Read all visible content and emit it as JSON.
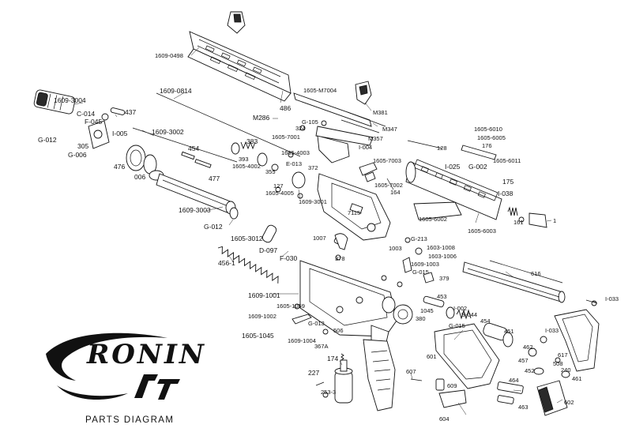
{
  "brand": {
    "logo_text": "RONIN",
    "logo_sub": "AT"
  },
  "title": "PARTS DIAGRAM",
  "colors": {
    "ink": "#111111",
    "background": "#ffffff"
  },
  "labels": [
    {
      "id": "p1609-0498",
      "text": "1609-0498"
    },
    {
      "id": "p1609-3004",
      "text": "1609-3004"
    },
    {
      "id": "p1609-0814",
      "text": "1609-0814"
    },
    {
      "id": "p437",
      "text": "437"
    },
    {
      "id": "pC-014",
      "text": "C-014"
    },
    {
      "id": "pF-045",
      "text": "F-045"
    },
    {
      "id": "pI-005",
      "text": "I-005"
    },
    {
      "id": "pG-012a",
      "text": "G-012"
    },
    {
      "id": "p305",
      "text": "305"
    },
    {
      "id": "pG-006",
      "text": "G-006"
    },
    {
      "id": "p1609-3002",
      "text": "1609-3002"
    },
    {
      "id": "p476",
      "text": "476"
    },
    {
      "id": "p454a",
      "text": "454"
    },
    {
      "id": "p006",
      "text": "006"
    },
    {
      "id": "p477",
      "text": "477"
    },
    {
      "id": "p383",
      "text": "383"
    },
    {
      "id": "p393",
      "text": "393"
    },
    {
      "id": "p1605-4002",
      "text": "1605-4002"
    },
    {
      "id": "p1609-3003",
      "text": "1609-3003"
    },
    {
      "id": "pG-012b",
      "text": "G-012"
    },
    {
      "id": "p1605-3012",
      "text": "1605-3012"
    },
    {
      "id": "p456-1",
      "text": "456-1"
    },
    {
      "id": "p486",
      "text": "486"
    },
    {
      "id": "pM286",
      "text": "M286"
    },
    {
      "id": "p1605-M7004",
      "text": "1605-M7004"
    },
    {
      "id": "pM381",
      "text": "M381"
    },
    {
      "id": "pM347",
      "text": "M347"
    },
    {
      "id": "pG-105",
      "text": "G-105"
    },
    {
      "id": "p324",
      "text": "324"
    },
    {
      "id": "p1605-7001",
      "text": "1605-7001"
    },
    {
      "id": "pM357",
      "text": "M357"
    },
    {
      "id": "pI-004",
      "text": "I-004"
    },
    {
      "id": "p1605-4003",
      "text": "1605-4003"
    },
    {
      "id": "pE-013",
      "text": "E-013"
    },
    {
      "id": "p372",
      "text": "372"
    },
    {
      "id": "p355",
      "text": "355"
    },
    {
      "id": "p127",
      "text": "127"
    },
    {
      "id": "p1605-4005",
      "text": "1605-4005"
    },
    {
      "id": "p1609-3001",
      "text": "1609-3001"
    },
    {
      "id": "p1605-7003",
      "text": "1605-7003"
    },
    {
      "id": "p1605-7002",
      "text": "1605-7002"
    },
    {
      "id": "p164",
      "text": "164"
    },
    {
      "id": "p7115",
      "text": "7115"
    },
    {
      "id": "p1007",
      "text": "1007"
    },
    {
      "id": "pD-097",
      "text": "D-097"
    },
    {
      "id": "pF-030",
      "text": "F-030"
    },
    {
      "id": "p378",
      "text": "378"
    },
    {
      "id": "p1609-1001",
      "text": "1609-1001"
    },
    {
      "id": "p1605-6010",
      "text": "1605-6010"
    },
    {
      "id": "p1605-6005",
      "text": "1605-6005"
    },
    {
      "id": "p176",
      "text": "176"
    },
    {
      "id": "p128",
      "text": "128"
    },
    {
      "id": "p1605-6011",
      "text": "1605-6011"
    },
    {
      "id": "pI-025",
      "text": "I-025"
    },
    {
      "id": "pG-002",
      "text": "G-002"
    },
    {
      "id": "p175",
      "text": "175"
    },
    {
      "id": "pI-038",
      "text": "I-038"
    },
    {
      "id": "p1605-6002",
      "text": "1605-6002"
    },
    {
      "id": "p1605-6003",
      "text": "1605-6003"
    },
    {
      "id": "p161",
      "text": "161"
    },
    {
      "id": "p1",
      "text": "1"
    },
    {
      "id": "pG-213",
      "text": "G-213"
    },
    {
      "id": "p1003",
      "text": "1003"
    },
    {
      "id": "p1603-1008",
      "text": "1603-1008"
    },
    {
      "id": "p1603-1006",
      "text": "1603-1006"
    },
    {
      "id": "p1609-1003",
      "text": "1609-1003"
    },
    {
      "id": "pG-015a",
      "text": "G-015"
    },
    {
      "id": "p379",
      "text": "379"
    },
    {
      "id": "p616",
      "text": "616"
    },
    {
      "id": "pI-033a",
      "text": "I-033"
    },
    {
      "id": "p453",
      "text": "453"
    },
    {
      "id": "pI-002",
      "text": "I-002"
    },
    {
      "id": "pB-044",
      "text": "B-044"
    },
    {
      "id": "p1045a",
      "text": "1045"
    },
    {
      "id": "p454b",
      "text": "454"
    },
    {
      "id": "p451",
      "text": "451"
    },
    {
      "id": "pG-015b",
      "text": "G-015"
    },
    {
      "id": "pI-033b",
      "text": "I-033"
    },
    {
      "id": "p1609-1002",
      "text": "1609-1002"
    },
    {
      "id": "p1605-1059",
      "text": "1605-1059"
    },
    {
      "id": "p1605-1045",
      "text": "1605-1045"
    },
    {
      "id": "p1609-1004",
      "text": "1609-1004"
    },
    {
      "id": "pG-013",
      "text": "G-013"
    },
    {
      "id": "p506",
      "text": "506"
    },
    {
      "id": "p367A",
      "text": "367A"
    },
    {
      "id": "p380",
      "text": "380"
    },
    {
      "id": "p601",
      "text": "601"
    },
    {
      "id": "p462",
      "text": "462"
    },
    {
      "id": "p617",
      "text": "617"
    },
    {
      "id": "p457",
      "text": "457"
    },
    {
      "id": "p508",
      "text": "508"
    },
    {
      "id": "p240",
      "text": "240"
    },
    {
      "id": "p452",
      "text": "452"
    },
    {
      "id": "p461",
      "text": "461"
    },
    {
      "id": "p174",
      "text": "174"
    },
    {
      "id": "p227",
      "text": "227"
    },
    {
      "id": "p253-3",
      "text": "253-3"
    },
    {
      "id": "p607",
      "text": "607"
    },
    {
      "id": "p609",
      "text": "609"
    },
    {
      "id": "p604",
      "text": "604"
    },
    {
      "id": "p464",
      "text": "464"
    },
    {
      "id": "p463",
      "text": "463"
    },
    {
      "id": "p602",
      "text": "602"
    }
  ]
}
